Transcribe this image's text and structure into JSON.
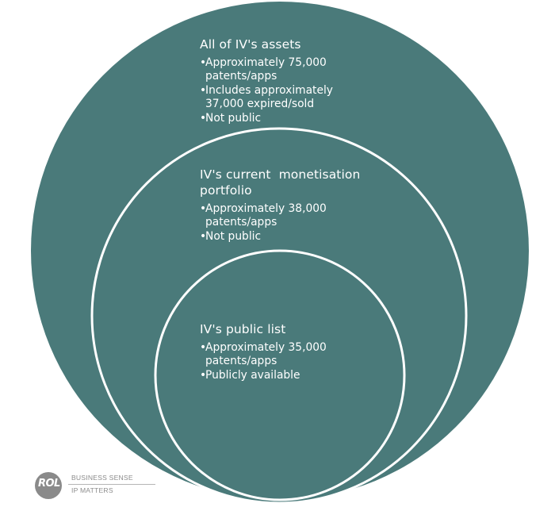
{
  "colors": {
    "circle_fill": "#4a7a7a",
    "circle_stroke": "#ffffff",
    "background": "#ffffff",
    "logo_gray": "#8a8a8a"
  },
  "circles": [
    {
      "id": "outer",
      "heading": "All of IV's assets",
      "bullets": [
        {
          "line1": "Approximately 75,000",
          "line2": "patents/apps"
        },
        {
          "line1": "Includes approximately",
          "line2": "37,000 expired/sold"
        },
        {
          "line1": "Not public",
          "line2": ""
        }
      ]
    },
    {
      "id": "middle",
      "heading_line1": "IV's current  monetisation",
      "heading_line2": "portfolio",
      "bullets": [
        {
          "line1": "Approximately 38,000",
          "line2": "patents/apps"
        },
        {
          "line1": "Not public",
          "line2": ""
        }
      ]
    },
    {
      "id": "inner",
      "heading": "IV's public list",
      "bullets": [
        {
          "line1": "Approximately 35,000",
          "line2": "patents/apps"
        },
        {
          "line1": "Publicly available",
          "line2": ""
        }
      ]
    }
  ],
  "bullet_glyph": "•",
  "logo": {
    "mark": "ROL",
    "line1": "BUSINESS SENSE",
    "line2": "IP MATTERS"
  }
}
